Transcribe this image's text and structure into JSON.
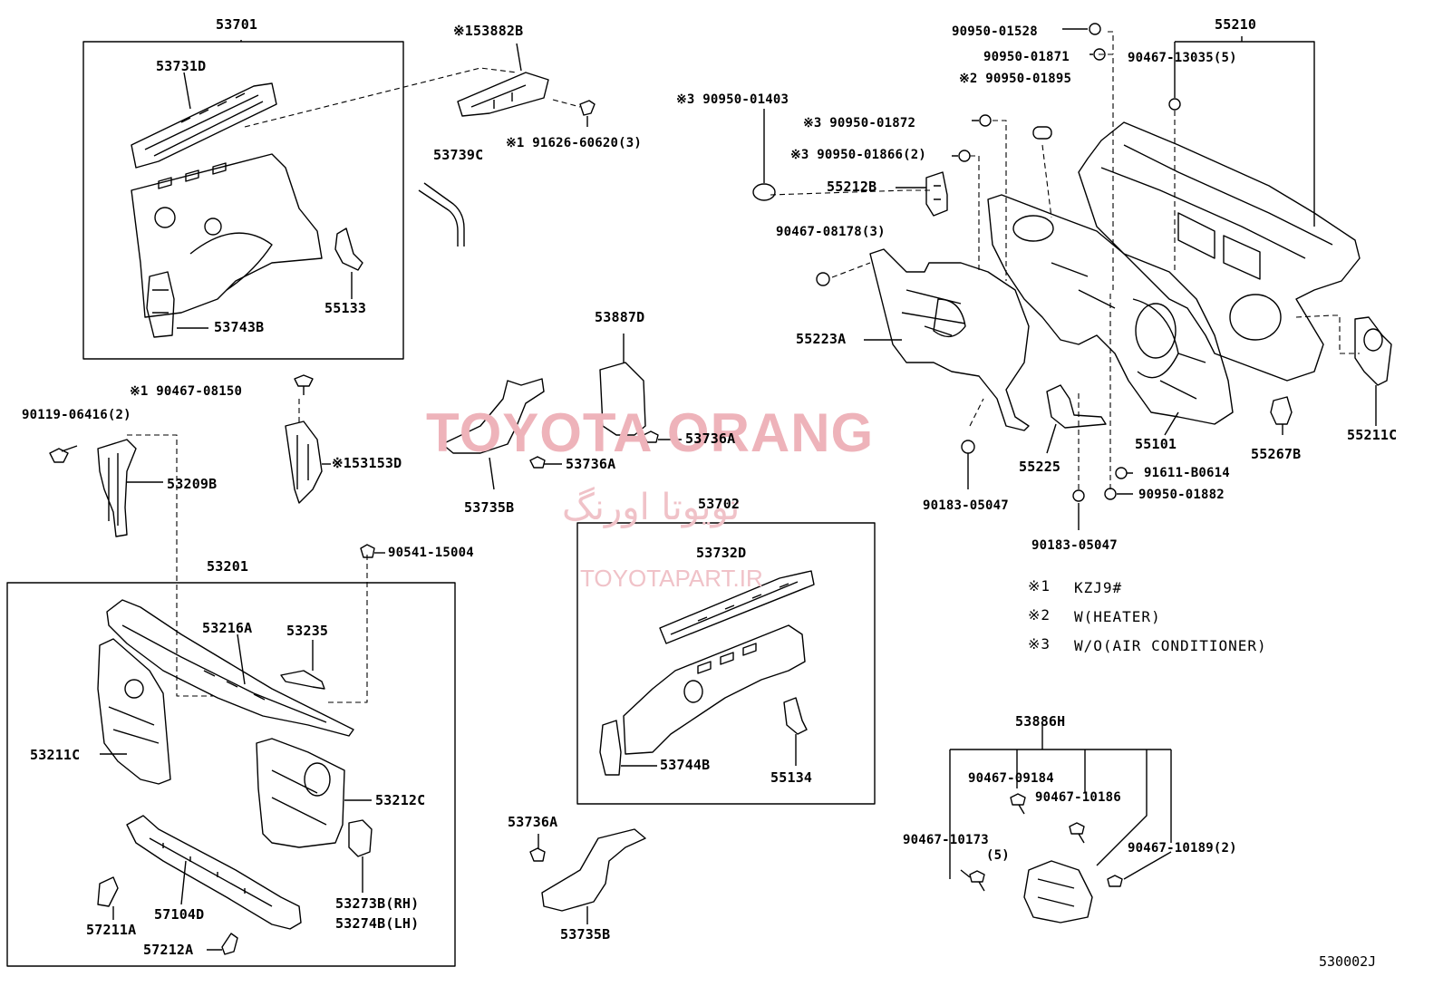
{
  "diagram_code": "530002J",
  "watermark": {
    "brand": "TOYOTA ORANG",
    "persian": "تویوتا اورنگ",
    "site": "TOYOTAPART.IR"
  },
  "legend": [
    {
      "mark": "※1",
      "text": "KZJ9#"
    },
    {
      "mark": "※2",
      "text": "W(HEATER)"
    },
    {
      "mark": "※3",
      "text": "W/O(AIR CONDITIONER)"
    }
  ],
  "labels": {
    "p53701": "53701",
    "p53731D": "53731D",
    "p53743B": "53743B",
    "p55133": "55133",
    "p153882B": "※153882B",
    "p91626": "※1 91626-60620(3)",
    "p53739C": "53739C",
    "p90950_01403": "※3 90950-01403",
    "p90950_01528": "90950-01528",
    "p90950_01871": "90950-01871",
    "p90950_01895": "※2 90950-01895",
    "p90950_01872": "※3 90950-01872",
    "p90950_01866": "※3 90950-01866(2)",
    "p55212B": "55212B",
    "p90467_08178": "90467-08178(3)",
    "p55223A": "55223A",
    "p55210": "55210",
    "p90467_13035": "90467-13035(5)",
    "p55101": "55101",
    "p55225": "55225",
    "p55267B": "55267B",
    "p55211C": "55211C",
    "p91611": "91611-B0614",
    "p90950_01882": "90950-01882",
    "p90183_05047a": "90183-05047",
    "p90183_05047b": "90183-05047",
    "p90467_08150": "※1 90467-08150",
    "p90119": "90119-06416(2)",
    "p53209B": "53209B",
    "p153153D": "※153153D",
    "p53887D": "53887D",
    "p53736A_1": "53736A",
    "p53736A_2": "53736A",
    "p53735B_1": "53735B",
    "p53702": "53702",
    "p53732D": "53732D",
    "p53744B": "53744B",
    "p55134": "55134",
    "p90541": "90541-15004",
    "p53201": "53201",
    "p53216A": "53216A",
    "p53235": "53235",
    "p53211C": "53211C",
    "p53212C": "53212C",
    "p57104D": "57104D",
    "p53273B": "53273B(RH)",
    "p53274B": "53274B(LH)",
    "p57211A": "57211A",
    "p57212A": "57212A",
    "p53736A_3": "53736A",
    "p53735B_2": "53735B",
    "p53886H": "53886H",
    "p90467_09184": "90467-09184",
    "p90467_10186": "90467-10186",
    "p90467_10173": "90467-10173",
    "p90467_10173_q": "(5)",
    "p90467_10189": "90467-10189(2)"
  }
}
